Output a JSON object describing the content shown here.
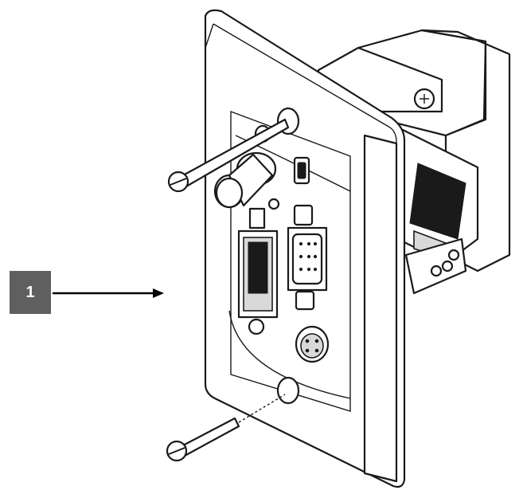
{
  "callout": {
    "number": "1"
  },
  "colors": {
    "callout_bg": "#5f5f5f",
    "callout_text": "#ffffff",
    "line": "#1a1a1a"
  },
  "parts": [
    "wall-plate",
    "mounting-screw-top",
    "mounting-screw-bottom",
    "bnc-connector",
    "mini-displayport-connector",
    "dvi-connector",
    "vga-connector",
    "s-video-connector",
    "back-box-bracket",
    "terminal-block"
  ]
}
